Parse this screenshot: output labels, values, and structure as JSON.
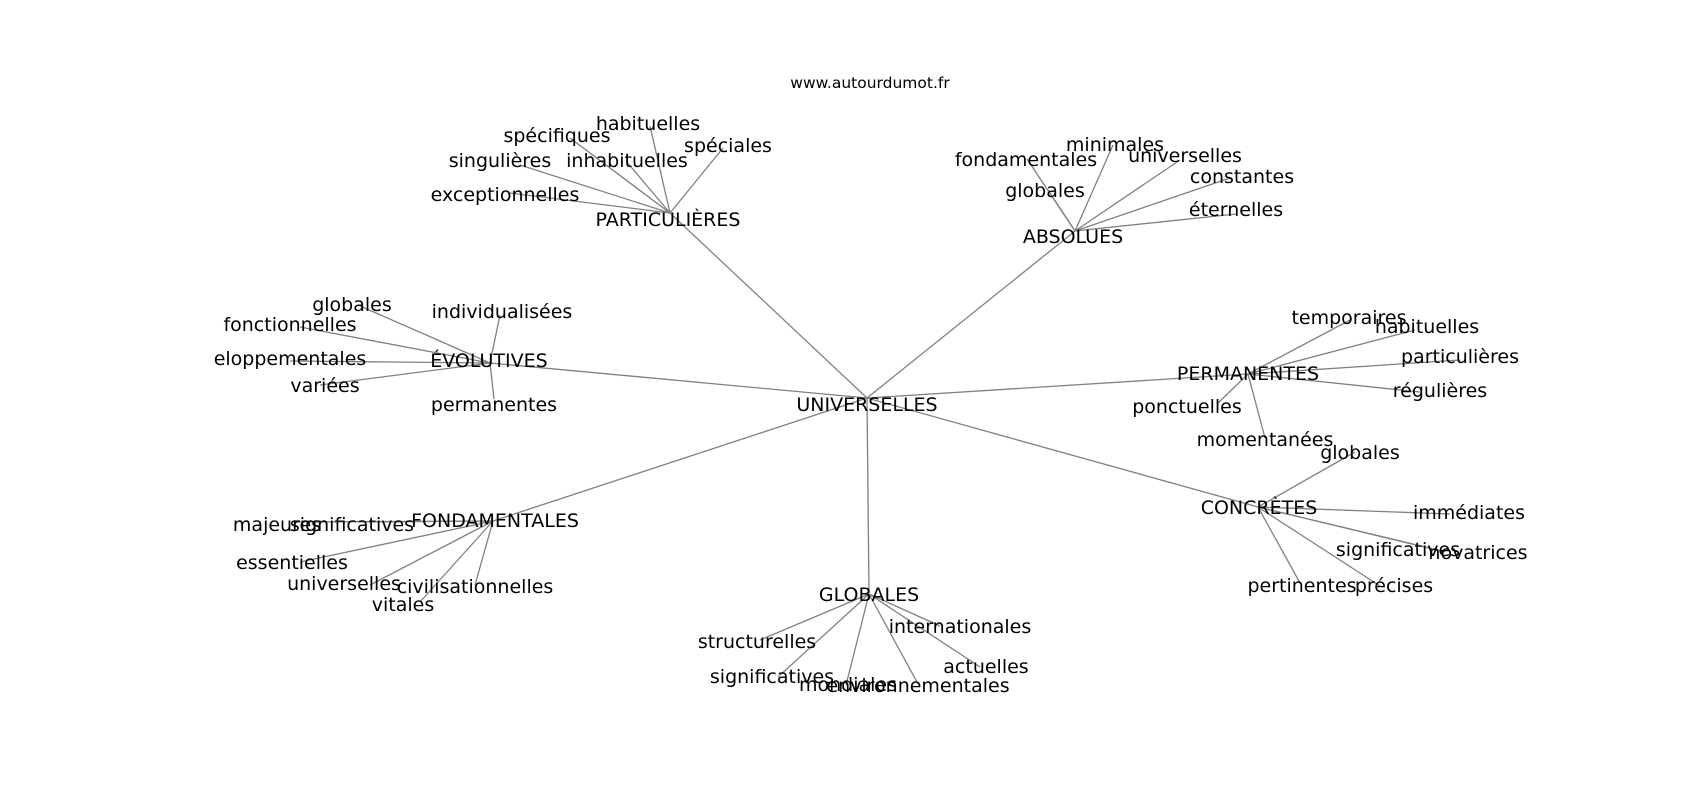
{
  "credit": "www.autourdumot.fr",
  "root": "UNIVERSELLES",
  "groups": [
    {
      "id": "particulieres",
      "label": "PARTICULIÈRES",
      "leaves": [
        "exceptionnelles",
        "singulières",
        "spécifiques",
        "habituelles",
        "inhabituelles",
        "spéciales"
      ]
    },
    {
      "id": "absolues",
      "label": "ABSOLUES",
      "leaves": [
        "fondamentales",
        "minimales",
        "universelles",
        "constantes",
        "éternelles",
        "globales"
      ]
    },
    {
      "id": "evolutives",
      "label": "ÉVOLUTIVES",
      "leaves": [
        "globales",
        "fonctionnelles",
        "eloppementales",
        "variées",
        "individualisées",
        "permanentes"
      ]
    },
    {
      "id": "permanentes",
      "label": "PERMANENTES",
      "leaves": [
        "temporaires",
        "habituelles",
        "particulières",
        "régulières",
        "ponctuelles",
        "momentanées"
      ]
    },
    {
      "id": "fondamentales",
      "label": "FONDAMENTALES",
      "leaves": [
        "majeures",
        "significatives",
        "essentielles",
        "universelles",
        "vitales",
        "civilisationnelles"
      ]
    },
    {
      "id": "concretes",
      "label": "CONCRÈTES",
      "leaves": [
        "globales",
        "immédiates",
        "significatives",
        "novatrices",
        "pertinentes",
        "précises"
      ]
    },
    {
      "id": "globales",
      "label": "GLOBALES",
      "leaves": [
        "structurelles",
        "significatives",
        "mondiales",
        "environnementales",
        "internationales",
        "actuelles"
      ]
    }
  ]
}
